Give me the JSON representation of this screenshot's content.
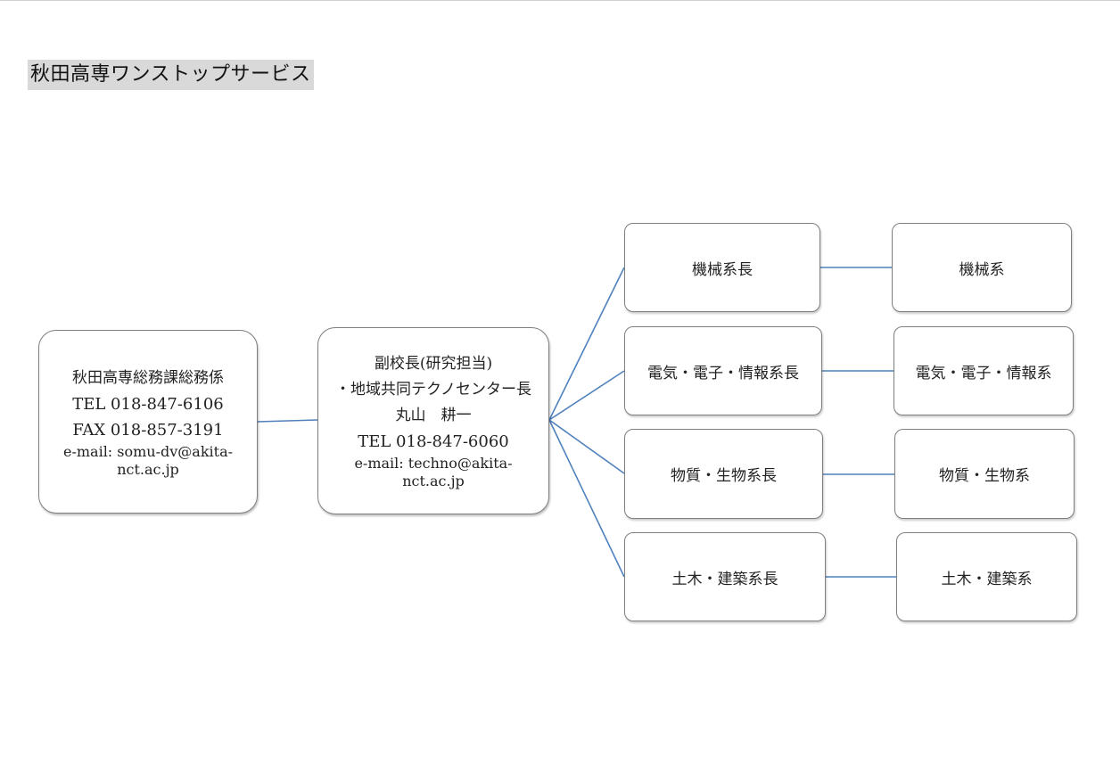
{
  "page_title": "秋田高専ワンストップサービス",
  "general_affairs": {
    "dept": "秋田高専総務課総務係",
    "tel": "TEL 018-847-6106",
    "fax": "FAX 018-857-3191",
    "email_line1": "e-mail: somu-dv@akita-",
    "email_line2": "nct.ac.jp"
  },
  "vice_principal": {
    "title": "副校長(研究担当)",
    "subtitle": "・地域共同テクノセンター長",
    "name": "丸山　耕一",
    "tel": "TEL 018-847-6060",
    "email_line1": "e-mail: techno@akita-",
    "email_line2": "nct.ac.jp"
  },
  "departments": [
    {
      "head": "機械系長",
      "dept": "機械系"
    },
    {
      "head": "電気・電子・情報系長",
      "dept": "電気・電子・情報系"
    },
    {
      "head": "物質・生物系長",
      "dept": "物質・生物系"
    },
    {
      "head": "土木・建築系長",
      "dept": "土木・建築系"
    }
  ],
  "colors": {
    "connector": "#4f81bd",
    "box_border": "#7f7f7f",
    "title_highlight": "#d9d9d9"
  }
}
